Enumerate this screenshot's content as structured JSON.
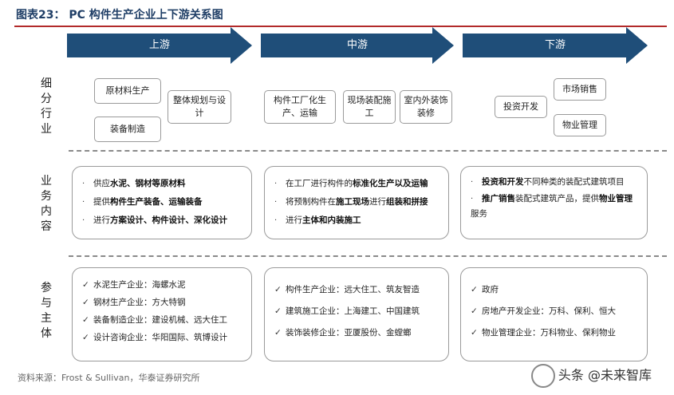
{
  "title": "图表23：  PC 构件生产企业上下游关系图",
  "colors": {
    "arrow": "#1f4e79",
    "rule": "#b22a2a"
  },
  "stages": [
    "上游",
    "中游",
    "下游"
  ],
  "row_labels": [
    "细分行业",
    "业务内容",
    "参与主体"
  ],
  "segments": {
    "upstream": [
      "原材料生产",
      "整体规划与设计",
      "装备制造"
    ],
    "midstream": [
      "构件工厂化生产、运输",
      "现场装配施工",
      "室内外装饰装修"
    ],
    "downstream": [
      "投资开发",
      "市场销售",
      "物业管理"
    ]
  },
  "business": {
    "upstream": [
      {
        "pre": "供应",
        "bold": "水泥、钢材等原材料",
        "post": ""
      },
      {
        "pre": "提供",
        "bold": "构件生产装备、运输装备",
        "post": ""
      },
      {
        "pre": "进行",
        "bold": "方案设计、构件设计、深化设计",
        "post": ""
      }
    ],
    "midstream": [
      {
        "pre": "在工厂进行构件的",
        "bold": "标准化生产以及运输",
        "post": ""
      },
      {
        "pre": "将预制构件在",
        "bold": "施工现场",
        "post": "进行",
        "bold2": "组装和拼接"
      },
      {
        "pre": "进行",
        "bold": "主体和内装施工",
        "post": ""
      }
    ],
    "downstream": [
      {
        "pre": "",
        "bold": "投资和开发",
        "post": "不同种类的装配式建筑项目"
      },
      {
        "pre": "",
        "bold": "推广销售",
        "post": "装配式建筑产品，提供",
        "bold2": "物业管理",
        "post2": "服务"
      }
    ]
  },
  "participants": {
    "upstream": [
      "水泥生产企业：海螺水泥",
      "钢材生产企业：方大特钢",
      "装备制造企业：建设机械、远大住工",
      "设计咨询企业：华阳国际、筑博设计"
    ],
    "midstream": [
      "构件生产企业：远大住工、筑友智造",
      "建筑施工企业：上海建工、中国建筑",
      "装饰装修企业：亚厦股份、金螳螂"
    ],
    "downstream": [
      "政府",
      "房地产开发企业：万科、保利、恒大",
      "物业管理企业：万科物业、保利物业"
    ]
  },
  "bullet": "·",
  "check": "✓",
  "source": "资料来源：Frost & Sullivan，华泰证券研究所",
  "watermark": "头条 @未来智库"
}
